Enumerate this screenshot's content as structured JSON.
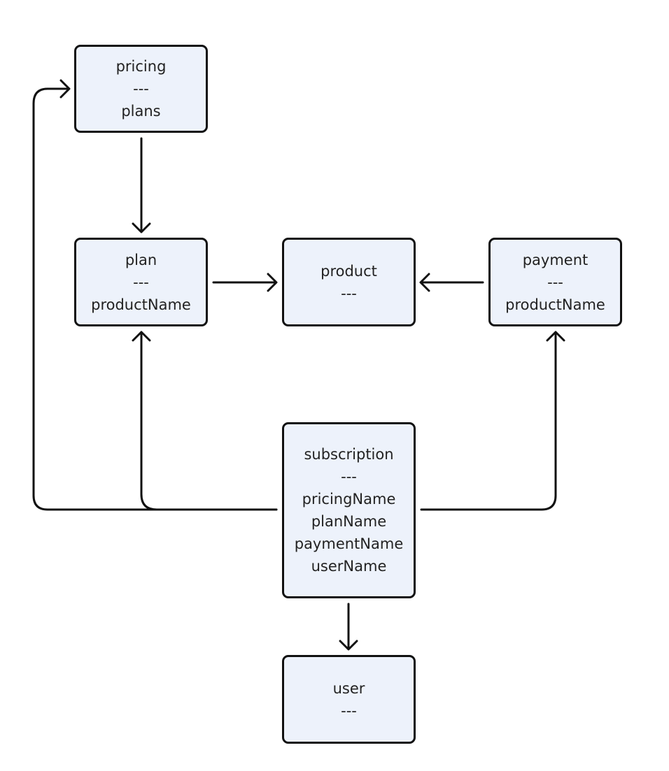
{
  "nodes": {
    "pricing": {
      "name": "pricing",
      "separator": "---",
      "fields": [
        "plans"
      ]
    },
    "plan": {
      "name": "plan",
      "separator": "---",
      "fields": [
        "productName"
      ]
    },
    "product": {
      "name": "product",
      "separator": "---",
      "fields": []
    },
    "payment": {
      "name": "payment",
      "separator": "---",
      "fields": [
        "productName"
      ]
    },
    "subscription": {
      "name": "subscription",
      "separator": "---",
      "fields": [
        "pricingName",
        "planName",
        "paymentName",
        "userName"
      ]
    },
    "user": {
      "name": "user",
      "separator": "---",
      "fields": []
    }
  },
  "edges": [
    {
      "from": "pricing",
      "to": "plan"
    },
    {
      "from": "plan",
      "to": "product"
    },
    {
      "from": "payment",
      "to": "product"
    },
    {
      "from": "subscription",
      "to": "pricing"
    },
    {
      "from": "subscription",
      "to": "plan"
    },
    {
      "from": "subscription",
      "to": "payment"
    },
    {
      "from": "subscription",
      "to": "user"
    }
  ],
  "colors": {
    "node_fill": "#edf2fb",
    "node_border": "#111111",
    "text": "#222222",
    "edge": "#111111"
  }
}
